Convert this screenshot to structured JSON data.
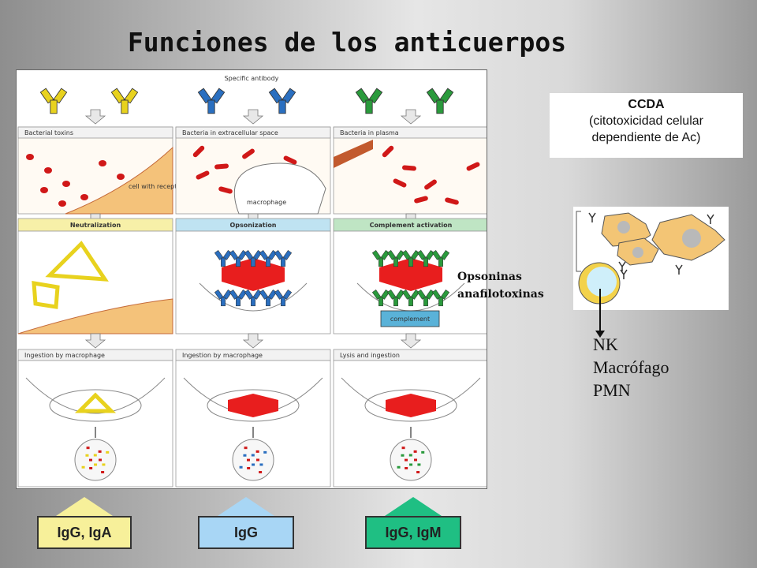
{
  "title": "Funciones de los anticuerpos",
  "figure": {
    "header": "Specific antibody",
    "columns": [
      {
        "top": "Bacterial toxins",
        "note": "cell with receptors for toxin",
        "mechanism": "Neutralization",
        "bottom": "Ingestion by macrophage",
        "color": "#e8d21e",
        "header_bg": "#f7f0a8"
      },
      {
        "top": "Bacteria in extracellular space",
        "note": "macrophage",
        "mechanism": "Opsonization",
        "bottom": "Ingestion by macrophage",
        "color": "#2a6fc0",
        "header_bg": "#bfe3f2"
      },
      {
        "top": "Bacteria in plasma",
        "note": "",
        "mechanism": "Complement activation",
        "bottom": "Lysis and ingestion",
        "color": "#2a9a3c",
        "header_bg": "#bfe5c4",
        "extra": "complement"
      }
    ]
  },
  "ccda": {
    "heading": "CCDA",
    "line1": "(citotoxicidad celular",
    "line2": "dependiente de Ac)"
  },
  "side_note": {
    "line1": "Opsoninas",
    "line2": "anafilotoxinas"
  },
  "effectors": [
    "NK",
    "Macrófago",
    "PMN"
  ],
  "badges": [
    {
      "label": "IgG, IgA",
      "color": "#f7f09a"
    },
    {
      "label": "IgG",
      "color": "#a8d6f5"
    },
    {
      "label": "IgG, IgM",
      "color": "#1fbf83"
    }
  ]
}
